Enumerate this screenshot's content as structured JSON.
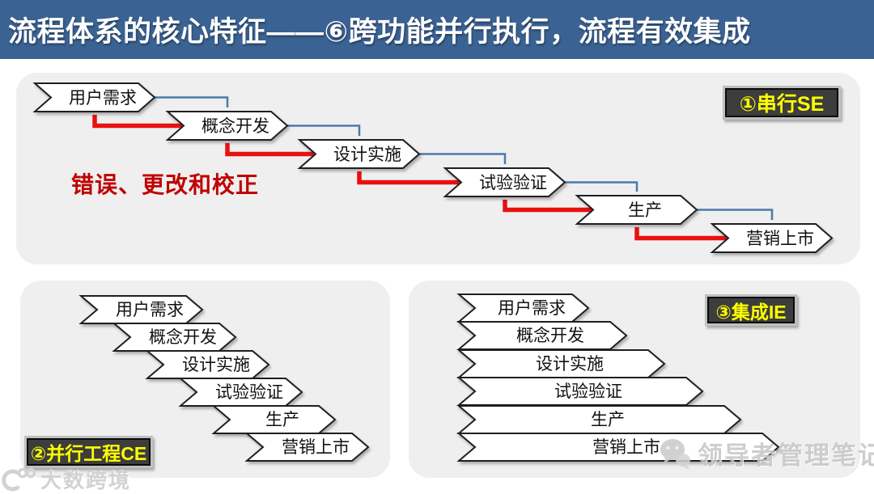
{
  "title": "流程体系的核心特征——⑥跨功能并行执行，流程有效集成",
  "stages": [
    "用户需求",
    "概念开发",
    "设计实施",
    "试验验证",
    "生产",
    "营销上市"
  ],
  "diagrams": {
    "serial": {
      "badge": "①串行SE",
      "annotation": "错误、更改和校正"
    },
    "concurrent": {
      "badge": "②并行工程CE"
    },
    "integrated": {
      "badge": "③集成IE"
    }
  },
  "watermarks": {
    "bottom_left": "大数跨境",
    "bottom_right": "领导者管理笔记"
  },
  "icons": {
    "bottom_right": "wechat-icon",
    "bottom_left": "dashu-logo-icon"
  },
  "colors": {
    "header_bg": "#3a6292",
    "panel_bg": "#efefef",
    "forward_arrow": "#4d79ae",
    "rework_arrow": "#e81111",
    "annotation_text": "#bf0000",
    "badge_bg": "#3d3d3d",
    "badge_text": "#ffff00",
    "badge_border": "#c0c0c0"
  }
}
